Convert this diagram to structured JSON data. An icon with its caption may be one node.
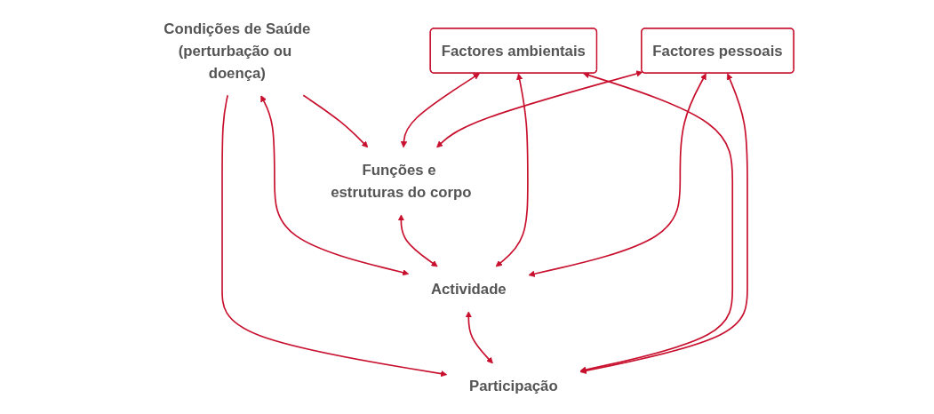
{
  "diagram": {
    "nodes": [
      {
        "text": [
          "Condições de Saúde",
          "(perturbação ou doença)"
        ]
      },
      {
        "text": [
          "Funções e estruturas do corpo"
        ]
      },
      {
        "text": [
          "Actividade"
        ]
      },
      {
        "text": [
          "Participação"
        ]
      },
      {
        "text": [
          "Factores ambientais"
        ]
      },
      {
        "text": [
          "Factores pessoais"
        ]
      }
    ],
    "edges": [
      {
        "from": 0,
        "to": 1,
        "arrow": "to"
      },
      {
        "from": 0,
        "to": 2,
        "arrow": "both"
      },
      {
        "from": 0,
        "to": 3,
        "arrow": "to"
      },
      {
        "from": 1,
        "to": 2,
        "arrow": "both"
      },
      {
        "from": 2,
        "to": 3,
        "arrow": "both"
      },
      {
        "from": 4,
        "to": 1,
        "arrow": "both"
      },
      {
        "from": 4,
        "to": 2,
        "arrow": "both"
      },
      {
        "from": 4,
        "to": 3,
        "arrow": "both"
      },
      {
        "from": 5,
        "to": 1,
        "arrow": "both"
      },
      {
        "from": 5,
        "to": 2,
        "arrow": "both"
      },
      {
        "from": 5,
        "to": 3,
        "arrow": "both"
      }
    ]
  }
}
